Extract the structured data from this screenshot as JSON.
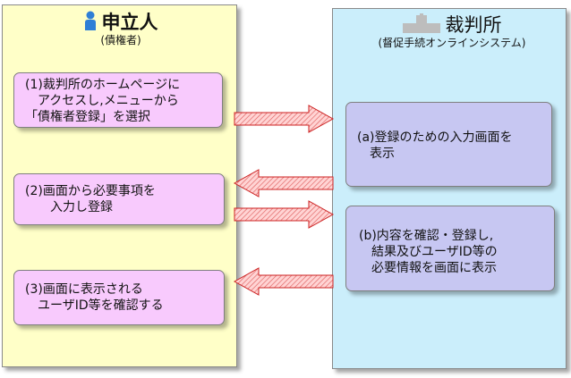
{
  "applicant": {
    "title": "申立人",
    "subtitle": "(債権者)",
    "icon": "person-icon",
    "color": "#2f7fd6"
  },
  "court": {
    "title": "裁判所",
    "subtitle": "(督促手続オンラインシステム)",
    "icon": "building-icon"
  },
  "steps_left": [
    {
      "lines": [
        "(1)裁判所のホームページに",
        "　アクセスし,メニューから",
        "「債権者登録」を選択"
      ]
    },
    {
      "lines": [
        "(2)画面から必要事項を",
        "　　入力し登録"
      ]
    },
    {
      "lines": [
        "(3)画面に表示される",
        "　ユーザID等を確認する"
      ]
    }
  ],
  "steps_right": [
    {
      "lines": [
        "(a)登録のための入力画面を",
        "　表示"
      ]
    },
    {
      "lines": [
        "(b)内容を確認・登録し,",
        "　結果及びユーザID等の",
        "　必要情報を画面に表示"
      ]
    }
  ],
  "colors": {
    "left_panel": "#ffffc8",
    "right_panel": "#cbeefb",
    "left_box": "#f8cafd",
    "right_box": "#c7c7f2",
    "arrow_fill": "#ffc8c8",
    "arrow_stroke": "#cc2222"
  }
}
